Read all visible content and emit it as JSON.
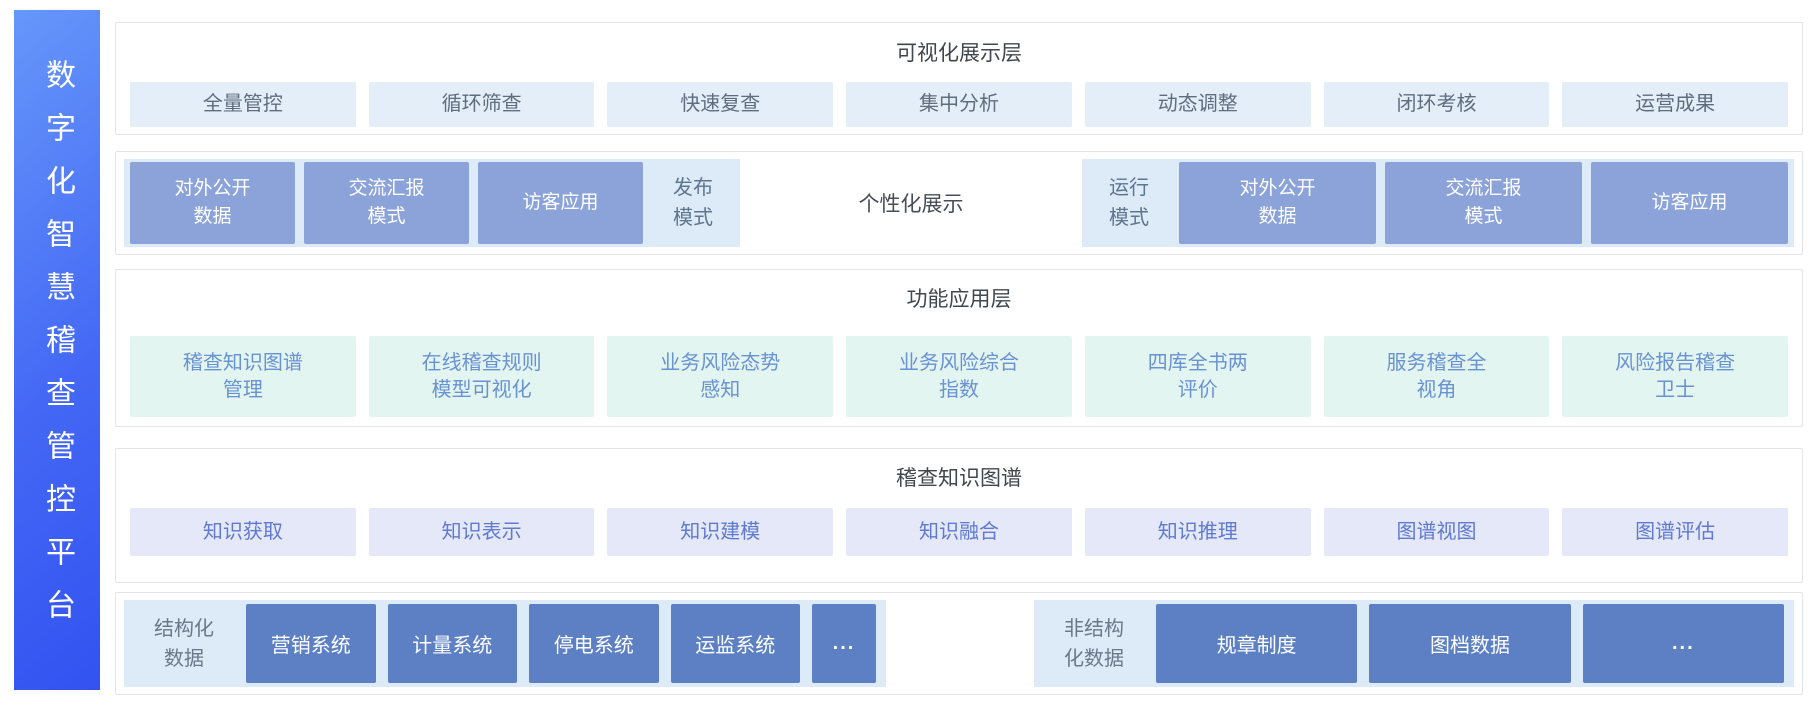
{
  "platform": {
    "title": "数字化智慧稽查管控平台"
  },
  "colors": {
    "sidebar_gradient_start": "#6697fa",
    "sidebar_gradient_end": "#3352f1",
    "chip_azure_bg": "#e4eef8",
    "chip_mint_bg": "#e3f5f0",
    "chip_lavender_bg": "#e4e8f8",
    "mode_panel_bg": "#ddeaf7",
    "mode_box_bg": "#8ba3d9",
    "data_box_bg": "#5c80c3",
    "panel_border": "#e4e4e4"
  },
  "sections": {
    "visual": {
      "title": "可视化展示层",
      "items": [
        "全量管控",
        "循环筛查",
        "快速复查",
        "集中分析",
        "动态调整",
        "闭环考核",
        "运营成果"
      ]
    },
    "mode": {
      "left": {
        "boxes": [
          "对外公开\n数据",
          "交流汇报\n模式",
          "访客应用"
        ],
        "label": "发布\n模式"
      },
      "center": "个性化展示",
      "right": {
        "label": "运行\n模式",
        "boxes": [
          "对外公开\n数据",
          "交流汇报\n模式",
          "访客应用"
        ]
      }
    },
    "function": {
      "title": "功能应用层",
      "items": [
        "稽查知识图谱\n管理",
        "在线稽查规则\n模型可视化",
        "业务风险态势\n感知",
        "业务风险综合\n指数",
        "四库全书两\n评价",
        "服务稽查全\n视角",
        "风险报告稽查\n卫士"
      ]
    },
    "graph": {
      "title": "稽查知识图谱",
      "items": [
        "知识获取",
        "知识表示",
        "知识建模",
        "知识融合",
        "知识推理",
        "图谱视图",
        "图谱评估"
      ]
    },
    "data": {
      "left": {
        "label": "结构化\n数据",
        "boxes": [
          "营销系统",
          "计量系统",
          "停电系统",
          "运监系统",
          "..."
        ]
      },
      "right": {
        "label": "非结构\n化数据",
        "boxes": [
          "规章制度",
          "图档数据",
          "..."
        ]
      }
    }
  }
}
